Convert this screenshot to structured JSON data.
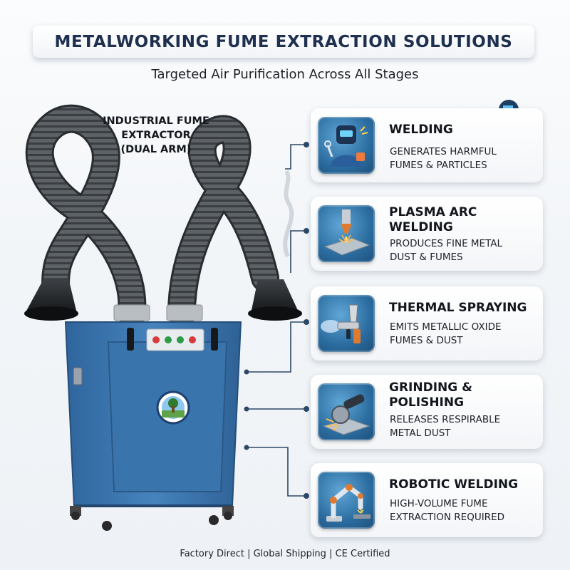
{
  "header": {
    "title": "METALWORKING FUME EXTRACTION SOLUTIONS",
    "subtitle": "Targeted Air Purification Across All Stages"
  },
  "machine": {
    "label_line1": "INDUSTRIAL FUME",
    "label_line2": "EXTRACTOR",
    "label_line3": "(DUAL ARM)"
  },
  "cards": [
    {
      "title_line1": "WELDING",
      "title_line2": "",
      "desc_line1": "GENERATES HARMFUL",
      "desc_line2": "FUMES & PARTICLES",
      "icon": "welder-icon"
    },
    {
      "title_line1": "PLASMA ARC",
      "title_line2": "WELDING",
      "desc_line1": "PRODUCES FINE METAL",
      "desc_line2": "DUST & FUMES",
      "icon": "plasma-cutter-icon"
    },
    {
      "title_line1": "THERMAL SPRAYING",
      "title_line2": "",
      "desc_line1": "EMITS METALLIC OXIDE",
      "desc_line2": "FUMES & DUST",
      "icon": "spray-gun-icon"
    },
    {
      "title_line1": "GRINDING &",
      "title_line2": "POLISHING",
      "desc_line1": "RELEASES RESPIRABLE",
      "desc_line2": "METAL DUST",
      "icon": "angle-grinder-icon"
    },
    {
      "title_line1": "ROBOTIC WELDING",
      "title_line2": "",
      "desc_line1": "HIGH-VOLUME FUME",
      "desc_line2": "EXTRACTION REQUIRED",
      "icon": "robot-arm-icon"
    }
  ],
  "footer": {
    "text": "Factory Direct | Global Shipping | CE Certified"
  },
  "colors": {
    "title_text": "#1e2f4f",
    "machine_blue": "#3b76b0",
    "icon_blue": "#2b6c9f",
    "connector": "#2e4766"
  }
}
